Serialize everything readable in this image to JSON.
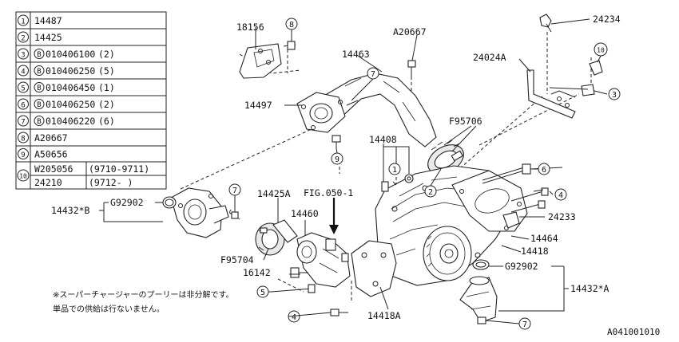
{
  "legend": [
    {
      "num": "1",
      "code": "14487",
      "b": false,
      "qty": ""
    },
    {
      "num": "2",
      "code": "14425",
      "b": false,
      "qty": ""
    },
    {
      "num": "3",
      "code": "010406100",
      "b": true,
      "qty": "(2)"
    },
    {
      "num": "4",
      "code": "010406250",
      "b": true,
      "qty": "(5)"
    },
    {
      "num": "5",
      "code": "010406450",
      "b": true,
      "qty": "(1)"
    },
    {
      "num": "6",
      "code": "010406250",
      "b": true,
      "qty": "(2)"
    },
    {
      "num": "7",
      "code": "010406220",
      "b": true,
      "qty": "(6)"
    },
    {
      "num": "8",
      "code": "A20667",
      "b": false,
      "qty": ""
    },
    {
      "num": "9",
      "code": "A50656",
      "b": false,
      "qty": ""
    },
    {
      "num": "10",
      "rows": [
        {
          "code": "W205056",
          "range": "(9710-9711)"
        },
        {
          "code": "24210",
          "range": "(9712-     )"
        }
      ]
    }
  ],
  "b_mark": "B",
  "labels": {
    "p18156": "18156",
    "pA20667": "A20667",
    "p24234": "24234",
    "p24024A": "24024A",
    "p14463": "14463",
    "p14497": "14497",
    "pF95706": "F95706",
    "p14408": "14408",
    "p14425A": "14425A",
    "fig": "FIG.050-1",
    "p14460": "14460",
    "pG92902_left": "G92902",
    "p14432B": "14432*B",
    "p24233": "24233",
    "p14464": "14464",
    "p14418": "14418",
    "pF95704": "F95704",
    "p16142": "16142",
    "pG92902_right": "G92902",
    "p14432A": "14432*A",
    "p14418A": "14418A"
  },
  "callouts": {
    "c8": "8",
    "c7a": "7",
    "c1": "1",
    "c2": "2",
    "c6": "6",
    "c4a": "4",
    "c7b": "7",
    "c9": "9",
    "c10": "10",
    "c3": "3",
    "c5": "5",
    "c4b": "4",
    "c7c": "7"
  },
  "notes": {
    "line1": "※スーパーチャージャーのプーリーは非分解です。",
    "line2": "単品での供給は行ないません。"
  },
  "figure_id": "A041001010"
}
